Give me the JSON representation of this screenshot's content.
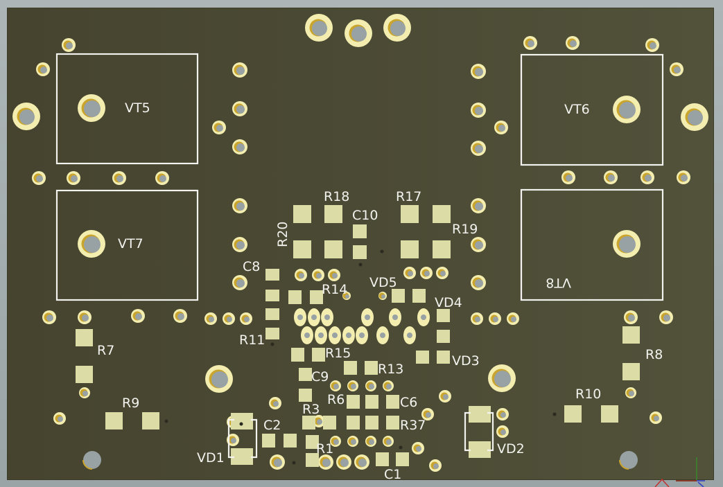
{
  "app": {
    "view": "PCB 3D view",
    "layer": "top"
  },
  "colors": {
    "board": "#4b4a34",
    "pad": "#dcdca6",
    "ring": "#f3eeb0",
    "hole": "#98a1a3",
    "silkscreen": "#f2f2ee",
    "background": "#a7b0b2"
  },
  "components": {
    "VT5": "VT5",
    "VT6": "VT6",
    "VT7": "VT7",
    "VT8": "VT8",
    "R1": "R1",
    "R3": "R3",
    "R6": "R6",
    "R7": "R7",
    "R8": "R8",
    "R9": "R9",
    "R10": "R10",
    "R11": "R11",
    "R13": "R13",
    "R14": "R14",
    "R15": "R15",
    "R17": "R17",
    "R18": "R18",
    "R19": "R19",
    "R20": "R20",
    "R37": "R37",
    "C1": "C1",
    "C2": "C2",
    "C6": "C6",
    "C8": "C8",
    "C9": "C9",
    "C10": "C10",
    "VD1": "VD1",
    "VD2": "VD2",
    "VD3": "VD3",
    "VD4": "VD4",
    "VD5": "VD5"
  },
  "axis_gizmo": {
    "x": "red",
    "y": "green",
    "z": "blue"
  }
}
